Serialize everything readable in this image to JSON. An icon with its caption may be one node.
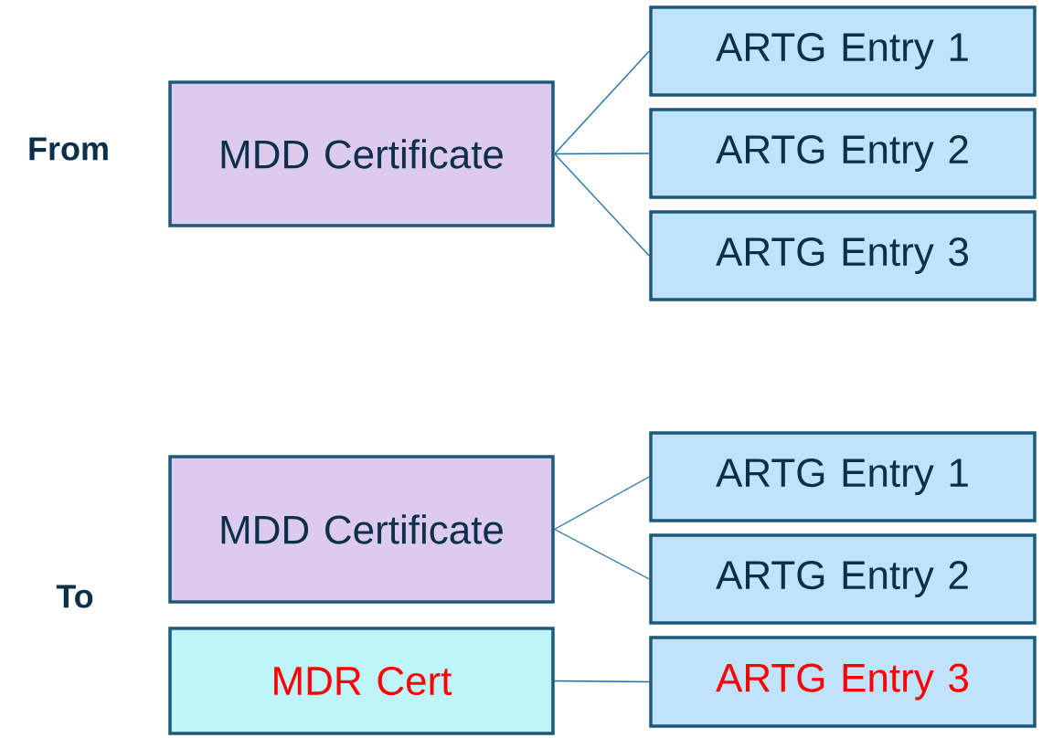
{
  "diagram": {
    "nodes": [
      {
        "text": [
          "MDD Certificate"
        ]
      },
      {
        "text": [
          "ARTG Entry 1"
        ]
      },
      {
        "text": [
          "ARTG Entry 2"
        ]
      },
      {
        "text": [
          "ARTG Entry 3"
        ]
      },
      {
        "text": [
          "MDD Certificate"
        ]
      },
      {
        "text": [
          "MDR Cert"
        ]
      },
      {
        "text": [
          "ARTG Entry 1"
        ]
      },
      {
        "text": [
          "ARTG Entry 2"
        ]
      },
      {
        "text": [
          "ARTG Entry 3"
        ]
      }
    ],
    "edges": [
      {
        "from": 0,
        "to": 1,
        "arrow": "none"
      },
      {
        "from": 0,
        "to": 2,
        "arrow": "none"
      },
      {
        "from": 0,
        "to": 3,
        "arrow": "none"
      },
      {
        "from": 4,
        "to": 6,
        "arrow": "none"
      },
      {
        "from": 4,
        "to": 7,
        "arrow": "none"
      },
      {
        "from": 5,
        "to": 8,
        "arrow": "none"
      }
    ],
    "labels": [
      "From",
      "To"
    ]
  }
}
